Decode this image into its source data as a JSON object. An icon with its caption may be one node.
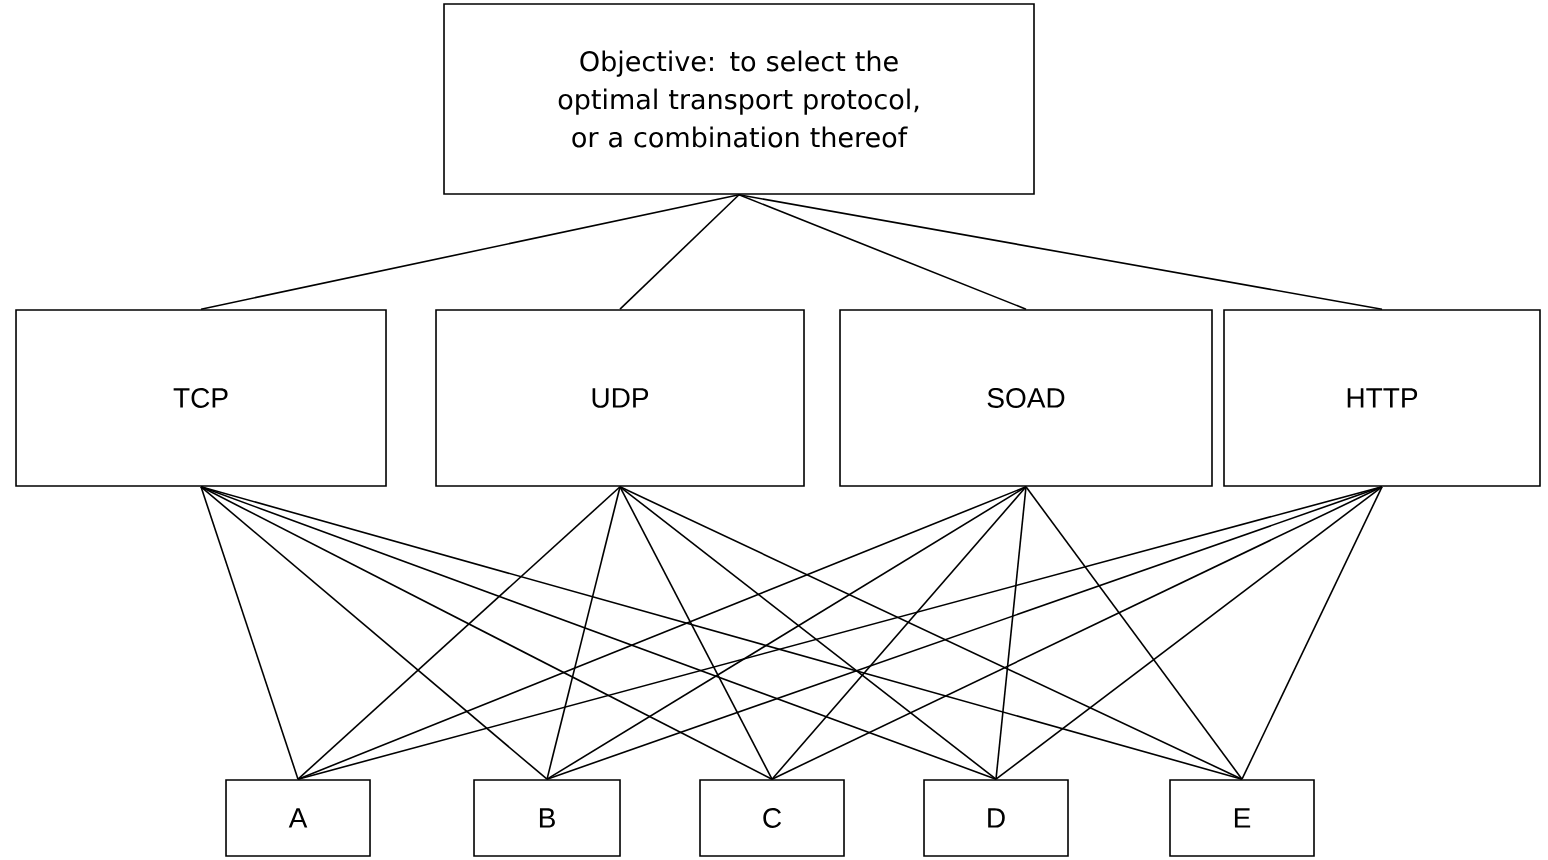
{
  "diagram": {
    "nodes": [
      {
        "text": [
          "Objective: to select the optimal transport protocol, or a combination thereof"
        ]
      },
      {
        "text": [
          "TCP"
        ]
      },
      {
        "text": [
          "UDP"
        ]
      },
      {
        "text": [
          "SOAD"
        ]
      },
      {
        "text": [
          "HTTP"
        ]
      },
      {
        "text": [
          "A"
        ]
      },
      {
        "text": [
          "B"
        ]
      },
      {
        "text": [
          "C"
        ]
      },
      {
        "text": [
          "D"
        ]
      },
      {
        "text": [
          "E"
        ]
      }
    ],
    "edges": [
      {
        "from": 0,
        "to": 1,
        "arrow": "none"
      },
      {
        "from": 0,
        "to": 2,
        "arrow": "none"
      },
      {
        "from": 0,
        "to": 3,
        "arrow": "none"
      },
      {
        "from": 0,
        "to": 4,
        "arrow": "none"
      },
      {
        "from": 1,
        "to": 5,
        "arrow": "none"
      },
      {
        "from": 1,
        "to": 6,
        "arrow": "none"
      },
      {
        "from": 1,
        "to": 7,
        "arrow": "none"
      },
      {
        "from": 1,
        "to": 8,
        "arrow": "none"
      },
      {
        "from": 1,
        "to": 9,
        "arrow": "none"
      },
      {
        "from": 2,
        "to": 5,
        "arrow": "none"
      },
      {
        "from": 2,
        "to": 6,
        "arrow": "none"
      },
      {
        "from": 2,
        "to": 7,
        "arrow": "none"
      },
      {
        "from": 2,
        "to": 8,
        "arrow": "none"
      },
      {
        "from": 2,
        "to": 9,
        "arrow": "none"
      },
      {
        "from": 3,
        "to": 5,
        "arrow": "none"
      },
      {
        "from": 3,
        "to": 6,
        "arrow": "none"
      },
      {
        "from": 3,
        "to": 7,
        "arrow": "none"
      },
      {
        "from": 3,
        "to": 8,
        "arrow": "none"
      },
      {
        "from": 3,
        "to": 9,
        "arrow": "none"
      },
      {
        "from": 4,
        "to": 5,
        "arrow": "none"
      },
      {
        "from": 4,
        "to": 6,
        "arrow": "none"
      },
      {
        "from": 4,
        "to": 7,
        "arrow": "none"
      },
      {
        "from": 4,
        "to": 8,
        "arrow": "none"
      },
      {
        "from": 4,
        "to": 9,
        "arrow": "none"
      }
    ]
  }
}
